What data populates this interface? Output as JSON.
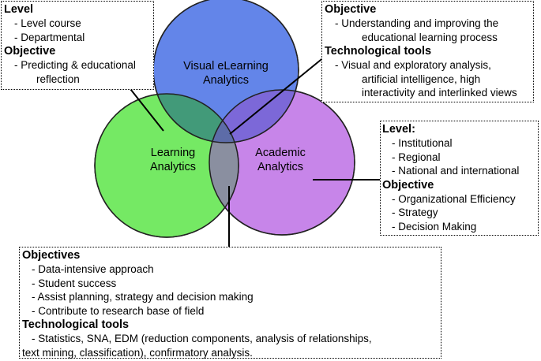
{
  "colors": {
    "visual_circle": "#5b7ee8",
    "learning_circle": "#6ee85c",
    "academic_circle": "#c47ee8",
    "center_overlap": "#8b8aa3"
  },
  "circles": {
    "visual": [
      "Visual eLearning",
      "Analytics"
    ],
    "learning": [
      "Learning",
      "Analytics"
    ],
    "academic": [
      "Academic",
      "Analytics"
    ]
  },
  "learning_box": {
    "h1": "Level",
    "levels": [
      "- Level course",
      "- Departmental"
    ],
    "h2": "Objective",
    "objective_line1": "- Predicting & educational",
    "objective_line2": "reflection"
  },
  "visual_box": {
    "h1": "Objective",
    "obj_line1": "-   Understanding and improving the",
    "obj_line2": "educational learning process",
    "h2": "Technological tools",
    "tools_line1": "-   Visual and exploratory analysis,",
    "tools_line2": "artificial intelligence, high",
    "tools_line3": "interactivity and interlinked views"
  },
  "academic_box": {
    "h1": "Level:",
    "levels": [
      "-   Institutional",
      "-   Regional",
      "-   National and international"
    ],
    "h2": "Objective",
    "objectives": [
      "-   Organizational Efficiency",
      "-   Strategy",
      "-   Decision Making"
    ]
  },
  "common_box": {
    "h1": "Objectives",
    "objectives": [
      "-   Data-intensive approach",
      "-   Student success",
      "-   Assist planning, strategy and decision making",
      "-   Contribute to research base of field"
    ],
    "h2": "Technological tools",
    "tools_line1": "-   Statistics, SNA, EDM (reduction components, analysis of relationships,",
    "tools_line2": "text mining, classification), confirmatory analysis."
  }
}
